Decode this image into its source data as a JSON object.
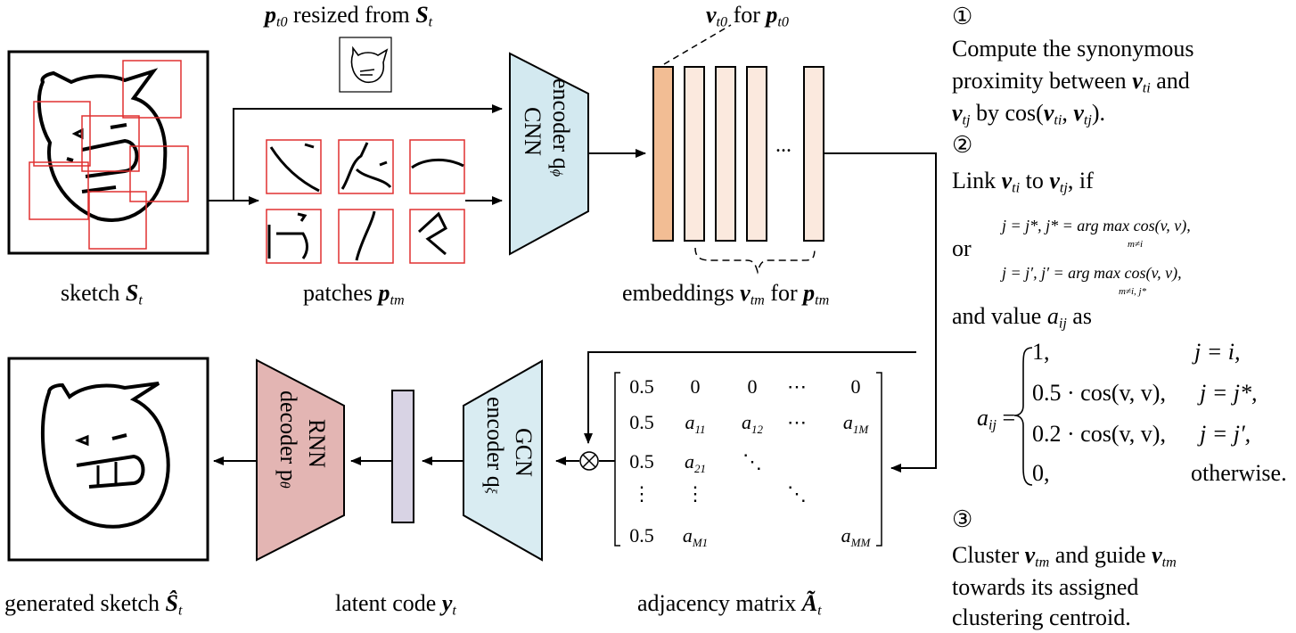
{
  "captions": {
    "sketch": "sketch",
    "sketch_sym": "S",
    "sketch_sub": "t",
    "patches": "patches",
    "patches_sym": "p",
    "patches_sub": "tm",
    "resized_p": "p",
    "resized_p_sub": "t0",
    "resized_mid": "resized from",
    "resized_s": "S",
    "resized_s_sub": "t",
    "v0_v": "v",
    "v0_v_sub": "t0",
    "v0_for": "for",
    "v0_p": "p",
    "v0_p_sub": "t0",
    "embeddings": "embeddings",
    "emb_v": "v",
    "emb_v_sub": "tm",
    "emb_for": "for",
    "emb_p": "p",
    "emb_p_sub": "tm",
    "generated": "generated sketch",
    "gen_sym": "Ŝ",
    "gen_sub": "t",
    "latent": "latent code",
    "latent_sym": "y",
    "latent_sub": "t",
    "adjacency": "adjacency matrix",
    "adj_sym": "Ã",
    "adj_sub": "t"
  },
  "blocks": {
    "cnn_line1": "CNN",
    "cnn_line2": "encoder q",
    "cnn_sub": "ϕ",
    "gcn_line1": "GCN",
    "gcn_line2": "encoder q",
    "gcn_sub": "ξ",
    "rnn_line1": "RNN",
    "rnn_line2": "decoder p",
    "rnn_sub": "θ",
    "ellipsis": "...",
    "otimes": "⊗"
  },
  "matrix": {
    "rows": [
      [
        "0.5",
        "0",
        "0",
        "⋯",
        "0"
      ],
      [
        "0.5",
        "a11",
        "a12",
        "⋯",
        "a1M"
      ],
      [
        "0.5",
        "a21",
        "⋱",
        "",
        ""
      ],
      [
        "⋮",
        "⋮",
        "",
        "⋱",
        ""
      ],
      [
        "0.5",
        "aM1",
        "",
        "",
        "aMM"
      ]
    ]
  },
  "steps": {
    "s1_num": "①",
    "s1_a": "Compute the synonymous",
    "s1_b": "proximity between",
    "s1_b_v": "v",
    "s1_b_sub": "ti",
    "s1_b_and": "and",
    "s1_c_v": "v",
    "s1_c_sub": "tj",
    "s1_c_rest": "by cos(",
    "s1_c_v2": "v",
    "s1_c_v2_sub": "ti",
    "s1_c_comma": ",",
    "s1_c_v3": "v",
    "s1_c_v3_sub": "tj",
    "s1_c_end": ").",
    "s2_num": "②",
    "s2_a": "Link",
    "s2_a_v": "v",
    "s2_a_sub": "ti",
    "s2_a_to": "to",
    "s2_a_v2": "v",
    "s2_a_v2_sub": "tj",
    "s2_a_if": ", if",
    "s2_or": "or",
    "s2_eq1": "j = j*, j* = arg max cos(v, v),",
    "s2_eq1_under": "m≠i",
    "s2_eq2": "j = j′, j′ = arg max cos(v, v),",
    "s2_eq2_under": "m≠i, j*",
    "s2_value": "and value",
    "s2_aij": "a",
    "s2_aij_sub": "ij",
    "s2_as": "as",
    "case_lhs": "a",
    "case_lhs_sub": "ij",
    "case1_v": "1,",
    "case1_c": "j = i,",
    "case2_v": "0.5 · cos(v, v),",
    "case2_c": "j = j*,",
    "case3_v": "0.2 · cos(v, v),",
    "case3_c": "j = j′,",
    "case4_v": "0,",
    "case4_c": "otherwise.",
    "s3_num": "③",
    "s3_a": "Cluster",
    "s3_a_v": "v",
    "s3_a_sub": "tm",
    "s3_a_mid": "and guide",
    "s3_a_v2": "v",
    "s3_a_v2_sub": "tm",
    "s3_b": "towards its assigned",
    "s3_c": "clustering centroid."
  },
  "colors": {
    "cnn_fill": "#d3e9f0",
    "gcn_fill": "#d9ecf2",
    "rnn_fill": "#e3b5b3",
    "latent_fill": "#d8d3e4",
    "emb_first": "#f2bd94",
    "emb_rest": "#fbe9de",
    "patch_red": "#e03030"
  }
}
